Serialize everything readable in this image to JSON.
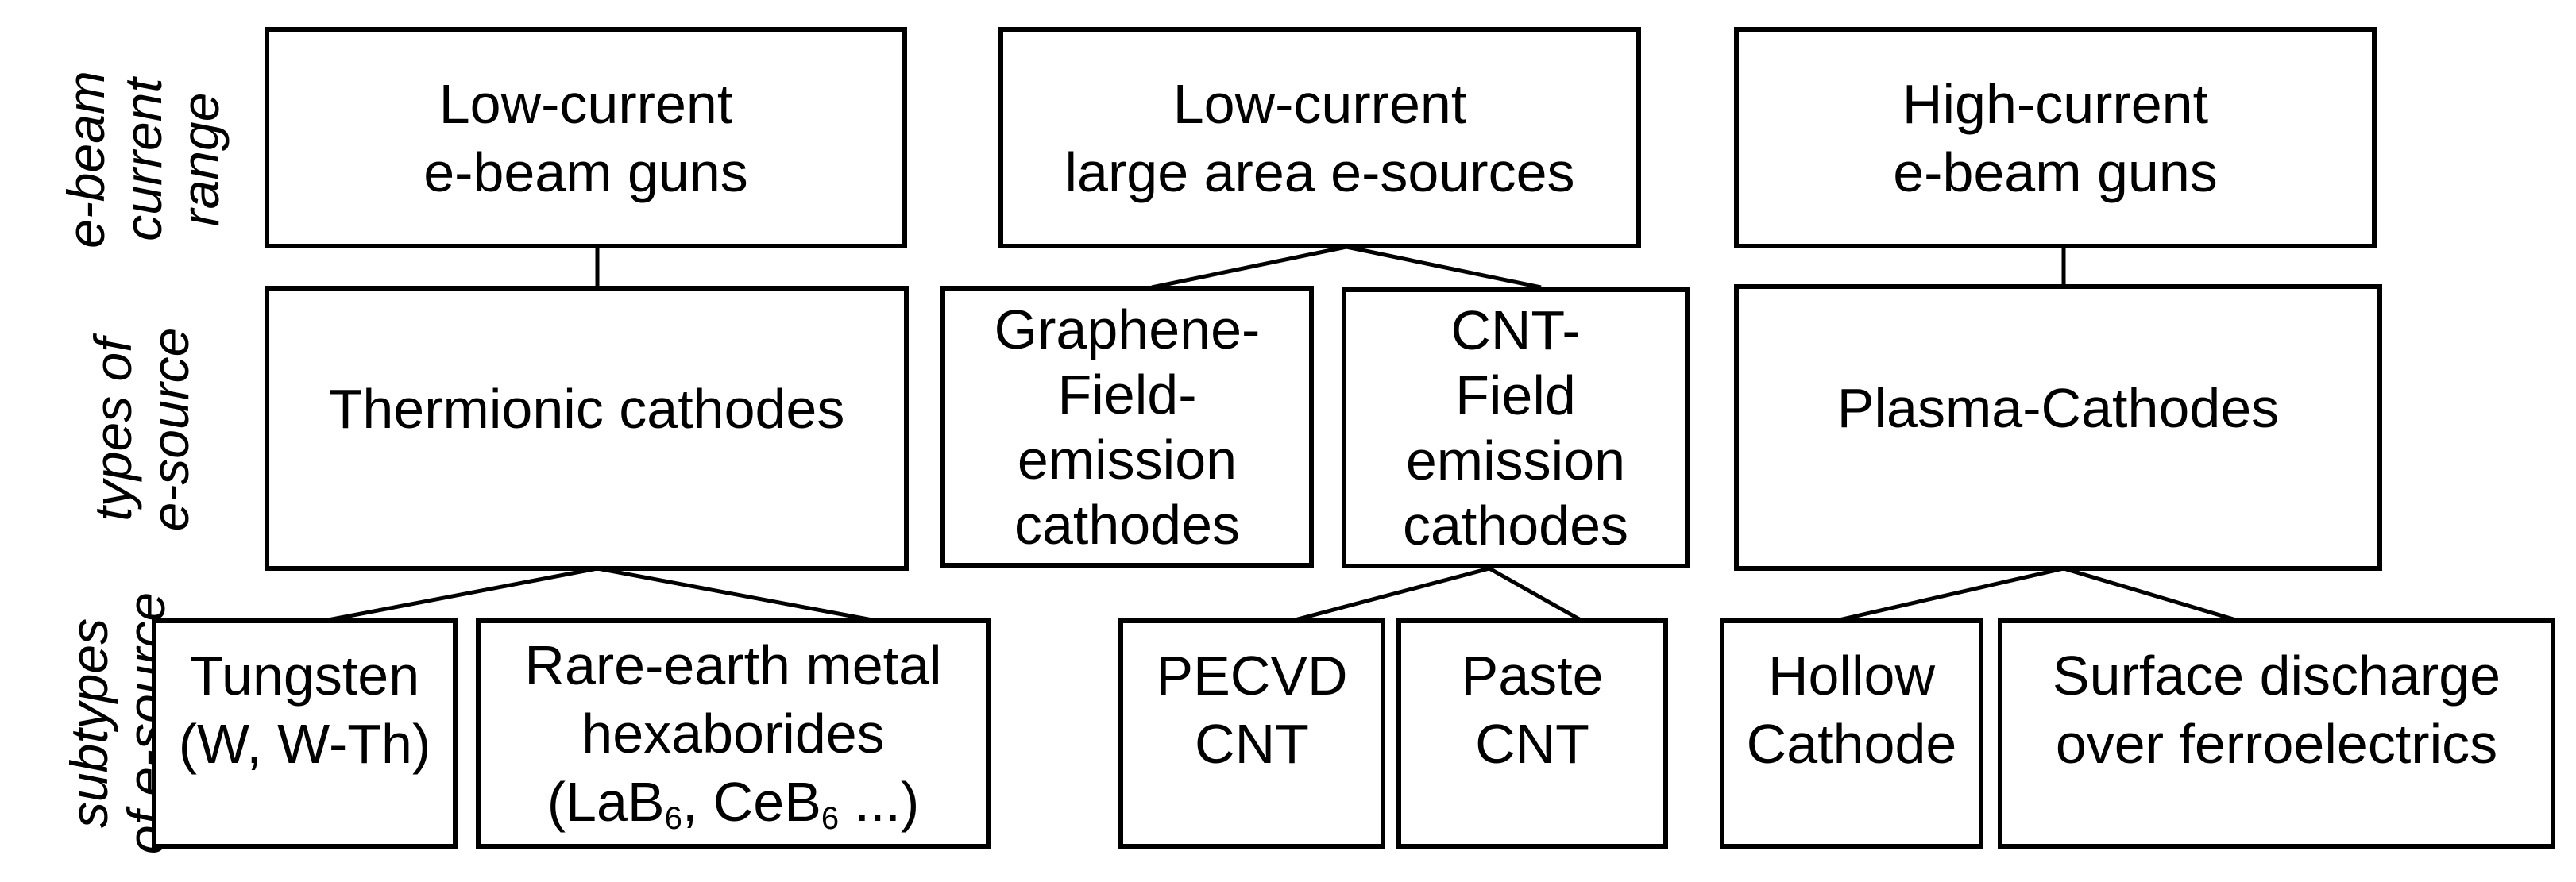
{
  "row_labels": {
    "current_range": [
      "e-beam",
      "current",
      "range"
    ],
    "types": [
      "types of",
      "e-source"
    ],
    "subtypes": [
      "subtypes",
      "of e-source"
    ]
  },
  "top": {
    "low_current_guns": [
      "Low-current",
      "e-beam guns"
    ],
    "large_area": [
      "Low-current",
      "large area e-sources"
    ],
    "high_current_guns": [
      "High-current",
      "e-beam guns"
    ]
  },
  "types": {
    "thermionic": "Thermionic cathodes",
    "graphene": [
      "Graphene-",
      "Field-",
      "emission",
      "cathodes"
    ],
    "cnt": [
      "CNT-",
      "Field",
      "emission",
      "cathodes"
    ],
    "plasma": "Plasma-Cathodes"
  },
  "subtypes": {
    "tungsten": [
      "Tungsten",
      "(W, W-Th)"
    ],
    "hexaborides": {
      "line1": "Rare-earth metal",
      "line2": "hexaborides",
      "open": "(LaB",
      "sub1": "6",
      "mid": ", CeB",
      "sub2": "6",
      "close": " ...)"
    },
    "pecvd": [
      "PECVD",
      "CNT"
    ],
    "paste": [
      "Paste",
      "CNT"
    ],
    "hollow": [
      "Hollow",
      "Cathode"
    ],
    "surface": [
      "Surface discharge",
      "over ferroelectrics"
    ]
  }
}
